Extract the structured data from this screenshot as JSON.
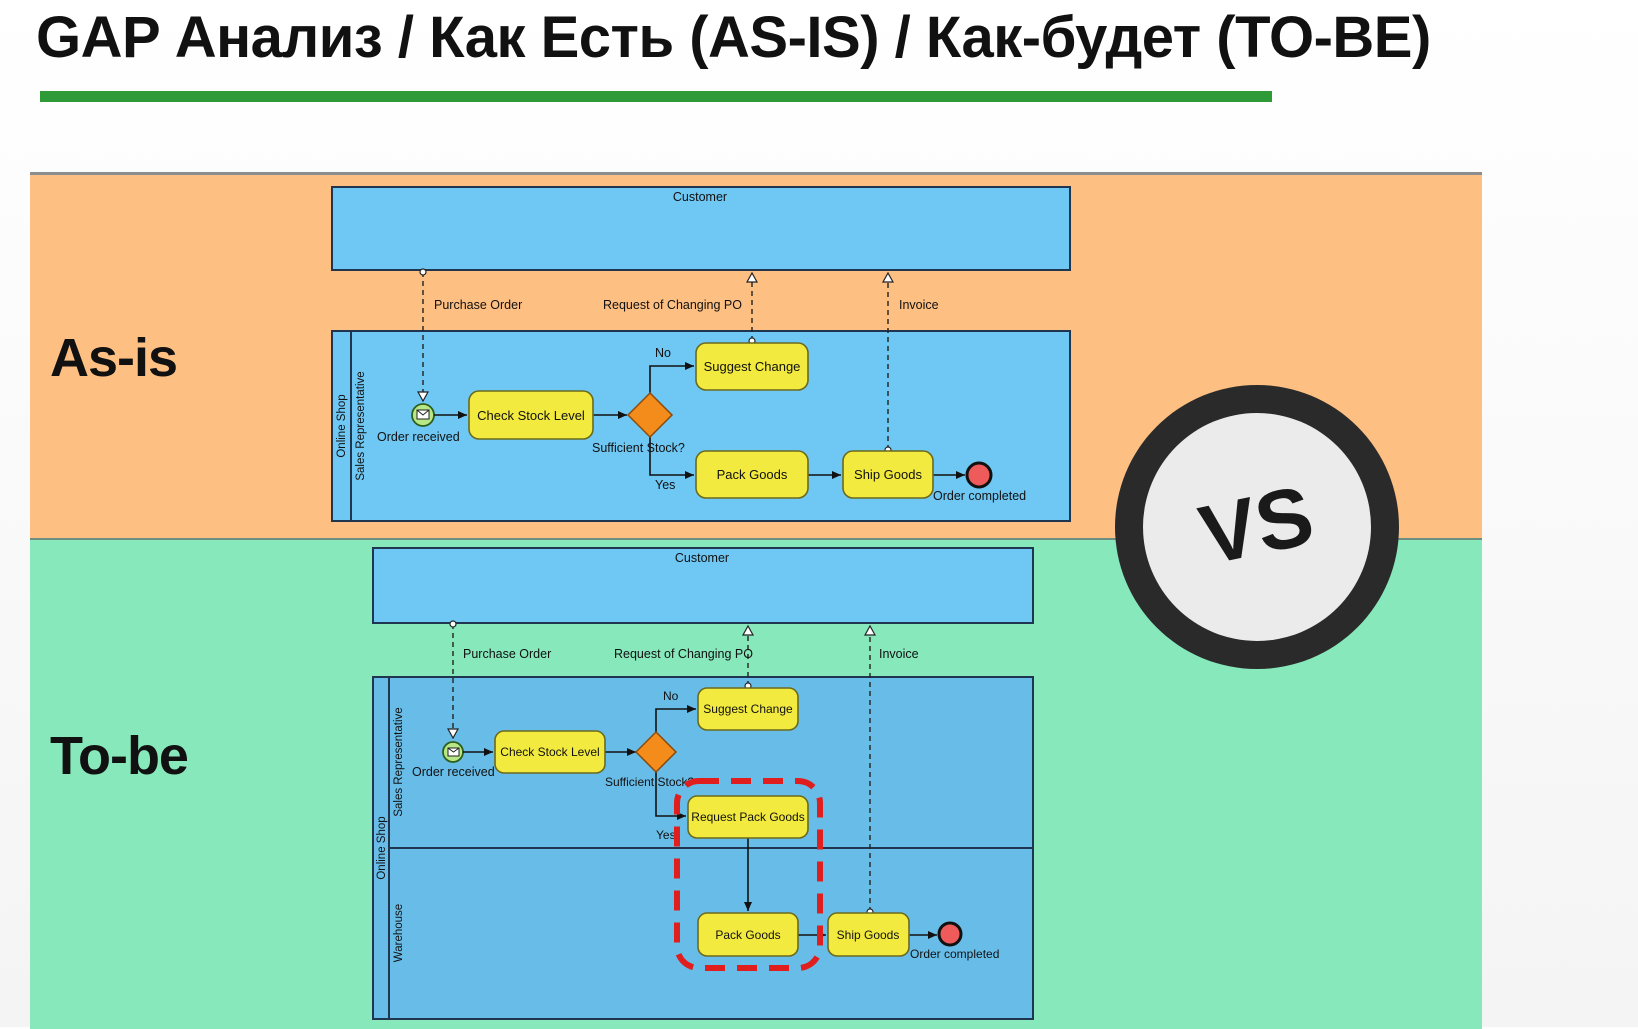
{
  "title": "GAP Анализ / Как Есть (AS-IS) / Как-будет (TO-BE)",
  "accent_color": "#2e9b38",
  "as_is_band_color": "#fdbf82",
  "to_be_band_color": "#86e8bb",
  "vs_label": "VS",
  "as_is": {
    "label": "As-is",
    "customer_pool": "Customer",
    "pool": "Online Shop",
    "lane": "Sales Representative",
    "message_flows": {
      "purchase_order": "Purchase Order",
      "request_change": "Request of Changing PO",
      "invoice": "Invoice"
    },
    "start_event": "Order received",
    "tasks": {
      "check_stock": "Check Stock Level",
      "suggest_change": "Suggest Change",
      "pack_goods": "Pack Goods",
      "ship_goods": "Ship Goods"
    },
    "gateway": "Sufficient Stock?",
    "branch_no": "No",
    "branch_yes": "Yes",
    "end_event": "Order completed"
  },
  "to_be": {
    "label": "To-be",
    "customer_pool": "Customer",
    "pool": "Online Shop",
    "lane_sales": "Sales Representative",
    "lane_warehouse": "Warehouse",
    "message_flows": {
      "purchase_order": "Purchase Order",
      "request_change": "Request of Changing PO",
      "invoice": "Invoice"
    },
    "start_event": "Order received",
    "tasks": {
      "check_stock": "Check Stock Level",
      "suggest_change": "Suggest Change",
      "request_pack": "Request Pack Goods",
      "pack_goods": "Pack Goods",
      "ship_goods": "Ship Goods"
    },
    "gateway": "Sufficient Stock?",
    "branch_no": "No",
    "branch_yes": "Yes",
    "end_event": "Order completed"
  }
}
